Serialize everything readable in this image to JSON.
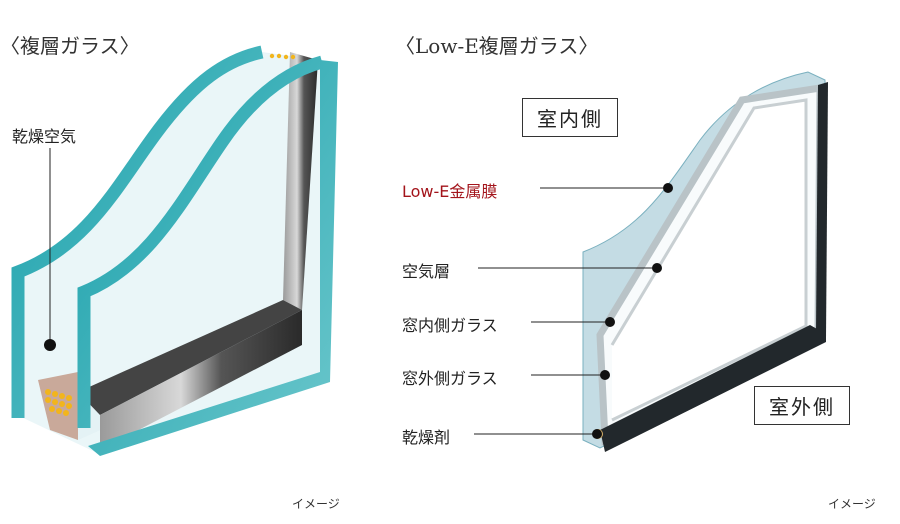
{
  "left_diagram": {
    "title": "〈複層ガラス〉",
    "label_dry_air": "乾燥空気",
    "note": "イメージ"
  },
  "right_diagram": {
    "title": "〈Low-E複層ガラス〉",
    "indoor_label": "室内側",
    "outdoor_label": "室外側",
    "labels": {
      "low_e": "Low-E金属膜",
      "air_layer": "空気層",
      "inner_glass": "窓内側ガラス",
      "outer_glass": "窓外側ガラス",
      "desiccant": "乾燥剤"
    },
    "note": "イメージ"
  },
  "colors": {
    "teal": "#1fa3ad",
    "lowe_red": "#a3141b",
    "spacer": "#3a3a3a"
  }
}
